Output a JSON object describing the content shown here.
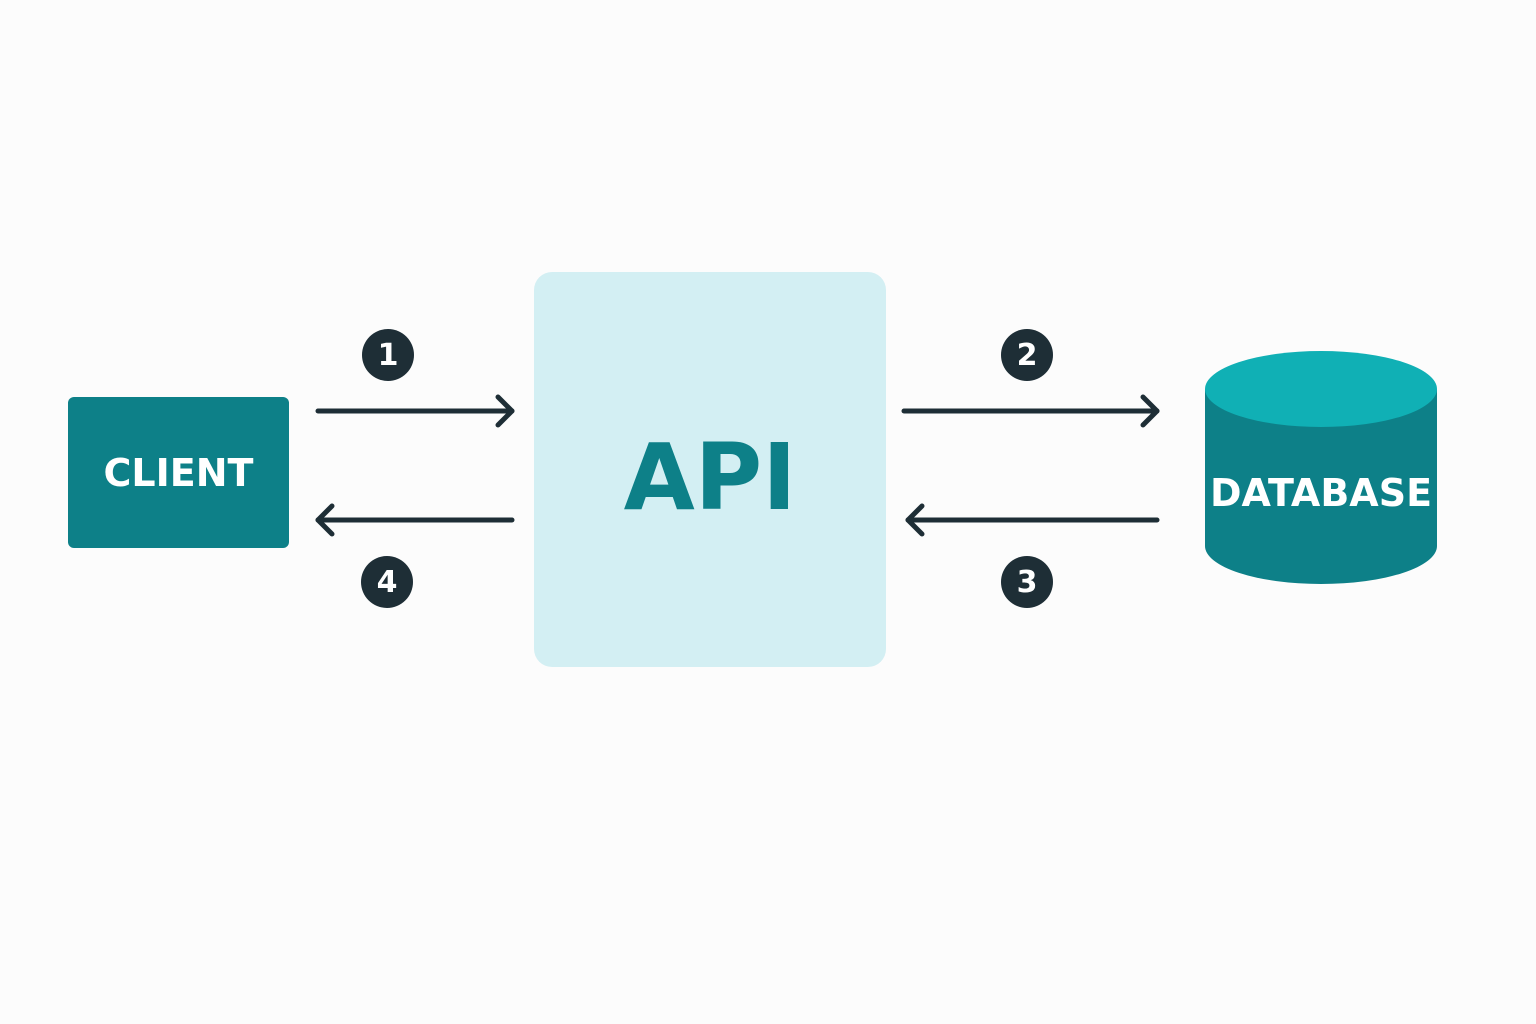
{
  "nodes": {
    "client": {
      "label": "CLIENT"
    },
    "api": {
      "label": "API"
    },
    "database": {
      "label": "DATABASE"
    }
  },
  "steps": [
    {
      "number": "1",
      "direction": "client-to-api"
    },
    {
      "number": "2",
      "direction": "api-to-database"
    },
    {
      "number": "3",
      "direction": "database-to-api"
    },
    {
      "number": "4",
      "direction": "api-to-client"
    }
  ],
  "colors": {
    "background": "#fcfcfc",
    "teal_dark": "#0d8088",
    "teal_top": "#10b0b5",
    "api_fill": "#d3eff3",
    "api_text": "#0d8088",
    "arrow": "#1e2e36",
    "badge": "#1e2e36"
  }
}
